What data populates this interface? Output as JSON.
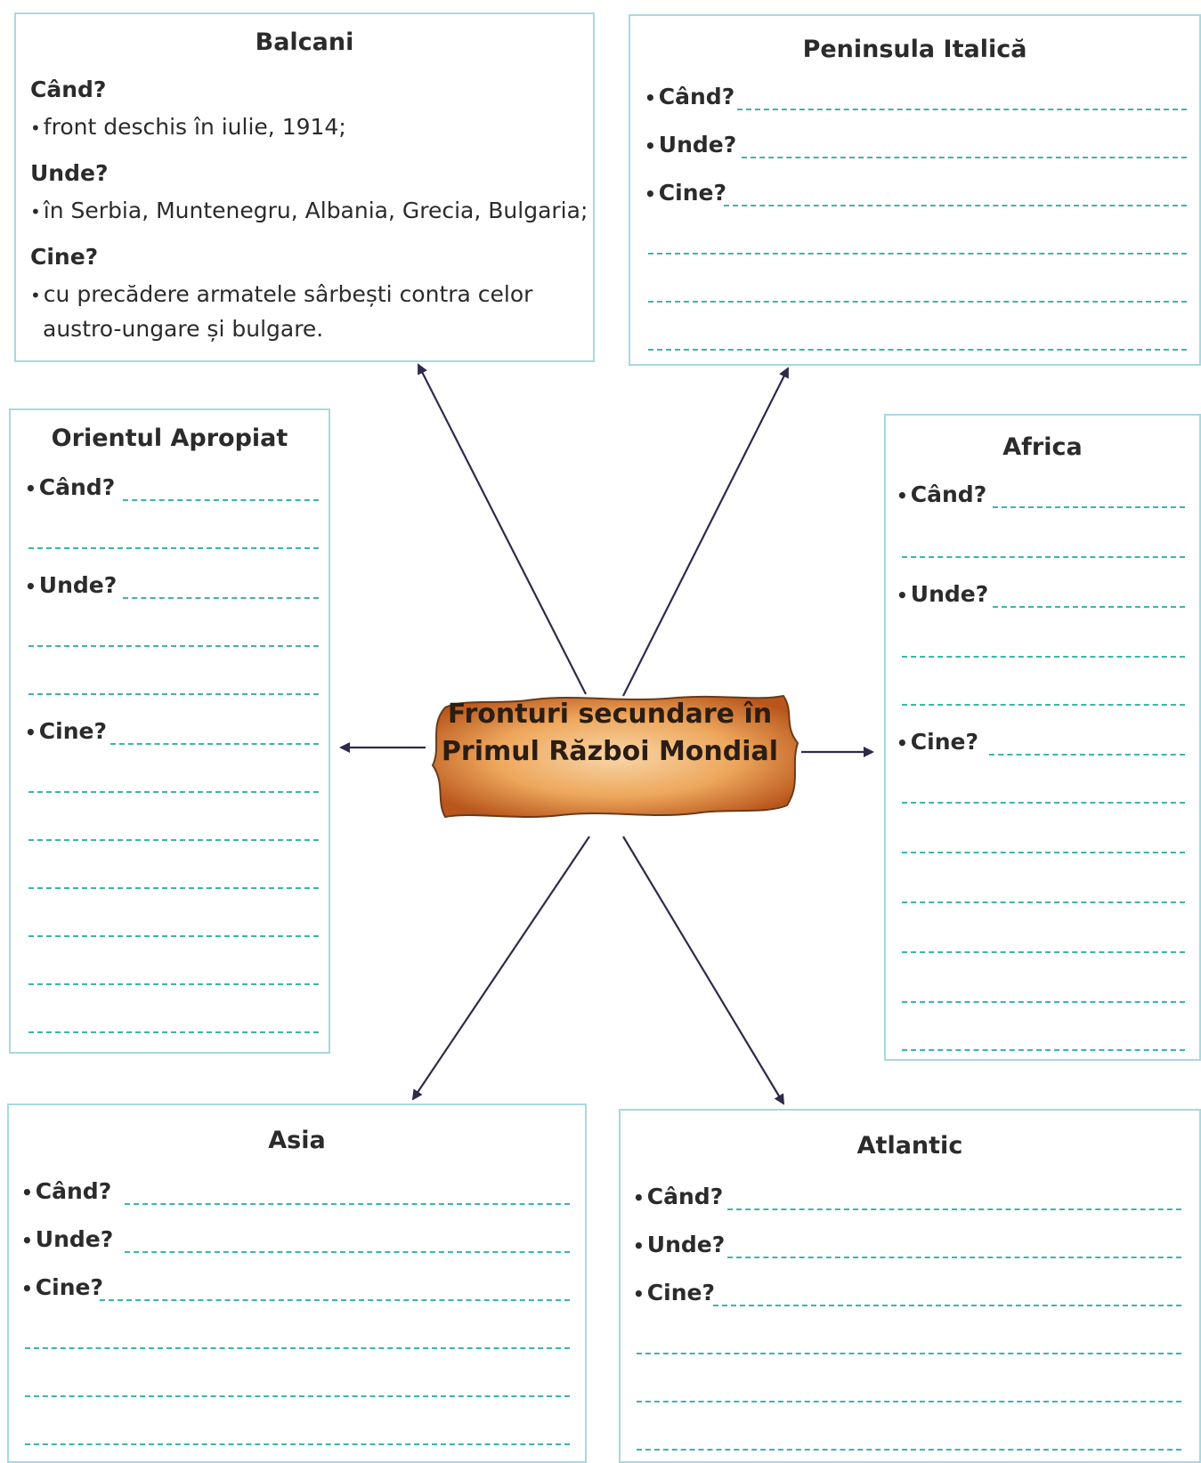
{
  "center": {
    "line1": "Fronturi secundare în",
    "line2": "Primul Război Mondial"
  },
  "balcani": {
    "title": "Balcani",
    "cand_heading": "Când?",
    "cand_answer": "front deschis în iulie, 1914;",
    "unde_heading": "Unde?",
    "unde_answer": "în Serbia, Muntenegru, Albania, Grecia, Bulgaria;",
    "cine_heading": "Cine?",
    "cine_answer_1": "cu precădere armatele sârbești contra celor",
    "cine_answer_2": "austro-ungare și bulgare."
  },
  "italica": {
    "title": "Peninsula Italică",
    "cand": "Când?",
    "unde": "Unde?",
    "cine": "Cine?"
  },
  "orient": {
    "title": "Orientul Apropiat",
    "cand": "Când?",
    "unde": "Unde?",
    "cine": "Cine?"
  },
  "africa": {
    "title": "Africa",
    "cand": "Când?",
    "unde": "Unde?",
    "cine": "Cine?"
  },
  "asia": {
    "title": "Asia",
    "cand": "Când?",
    "unde": "Unde?",
    "cine": "Cine?"
  },
  "atlantic": {
    "title": "Atlantic",
    "cand": "Când?",
    "unde": "Unde?",
    "cine": "Cine?"
  },
  "colors": {
    "border": "#a9d8e0",
    "dash": "#3bb5ad",
    "arrow": "#2f2a4a",
    "parchment": "#e08a3c"
  }
}
